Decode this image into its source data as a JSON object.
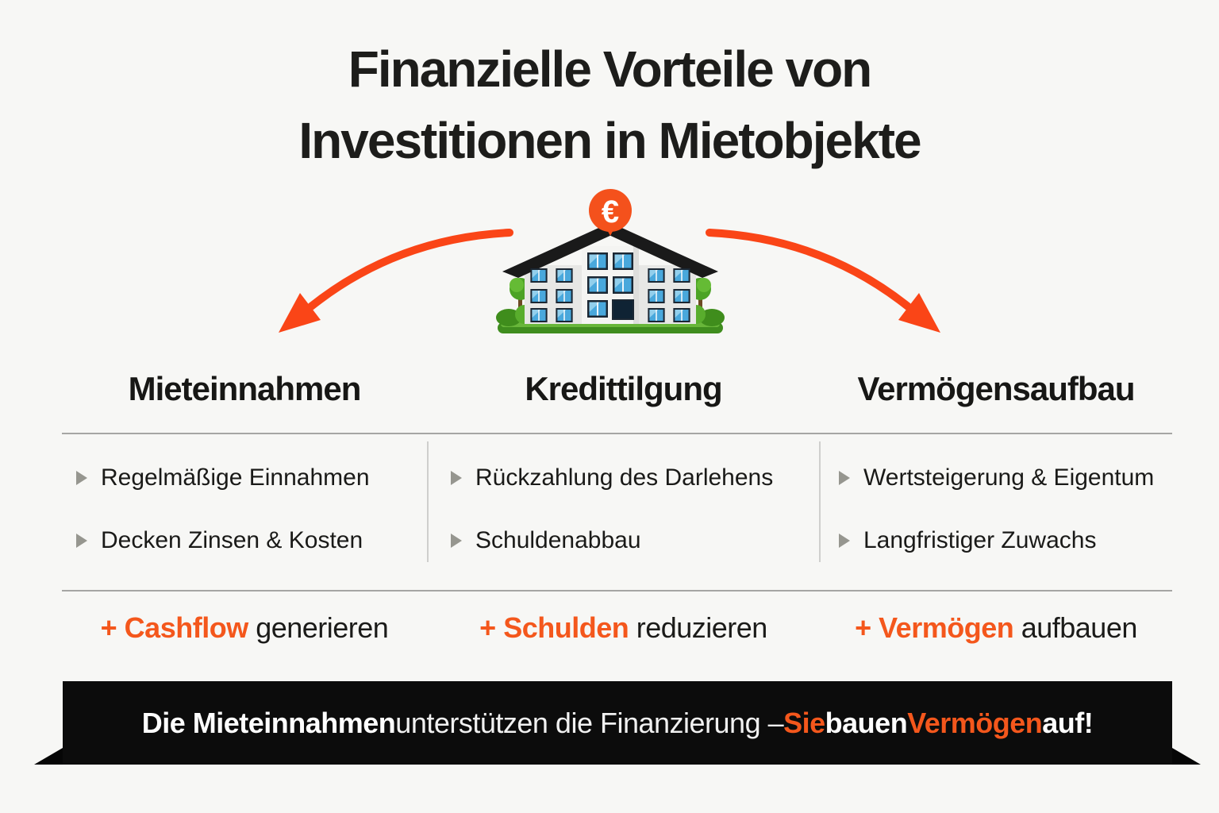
{
  "title": {
    "line1": "Finanzielle Vorteile von",
    "line2": "Investitionen in Mietobjekte"
  },
  "hero": {
    "euro_symbol": "€",
    "illustration": "apartment-building-with-euro-coin"
  },
  "columns": [
    {
      "header": "Mieteinnahmen",
      "bullets": [
        "Regelmäßige Einnahmen",
        "Decken Zinsen & Kosten"
      ],
      "benefit_highlight": "+ Cashflow",
      "benefit_rest": " generieren"
    },
    {
      "header": "Kredittilgung",
      "bullets": [
        "Rückzahlung des Darlehens",
        "Schuldenabbau"
      ],
      "benefit_highlight": "+ Schulden",
      "benefit_rest": " reduzieren"
    },
    {
      "header": "Vermögensaufbau",
      "bullets": [
        "Wertsteigerung & Eigentum",
        "Langfristiger Zuwachs"
      ],
      "benefit_highlight": "+ Vermögen",
      "benefit_rest": " aufbauen"
    }
  ],
  "banner": {
    "part1": "Die Mieteinnahmen ",
    "part2": "unterstützen die Finanzierung – ",
    "part3": "Sie",
    "part4": " bauen ",
    "part5": "Vermögen",
    "part6": " auf!"
  },
  "colors": {
    "accent": "#F4571C",
    "arrow": "#FA4517",
    "banner_bg": "#0C0C0C",
    "text_dark": "#1C1C1A",
    "line_gray": "#A6A6A4",
    "bullet_gray": "#96968F",
    "window_blue": "#49A8DC",
    "grass_green": "#4A9B27"
  }
}
